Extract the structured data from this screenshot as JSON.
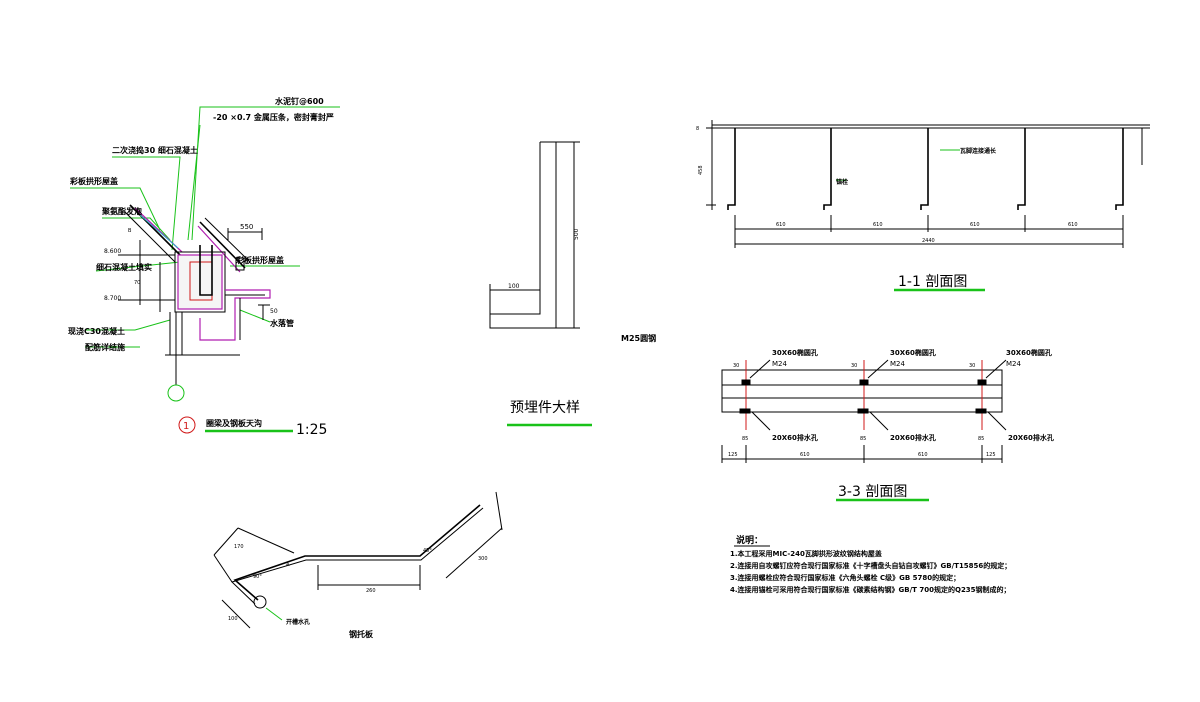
{
  "detail1": {
    "labels": {
      "cement_nail": "水泥钉@600",
      "metal_strip": "-20 ×0.7 金属压条，密封膏封严",
      "secondary_pour": "二次浇捣30 细石混凝土",
      "roof_panel_left": "彩板拱形屋盖",
      "foam": "聚氨酯发泡",
      "elev_8600": "8.600",
      "fine_concrete_fill": "细石混凝土填实",
      "elev_8700": "8.700",
      "cast_c30": "现浇C30混凝土",
      "reinforcement": "配筋详结施",
      "dim_550": "550",
      "roof_panel_right": "彩板拱形屋盖",
      "dim_50": "50",
      "drain_pipe": "水落管",
      "dim_b": "B",
      "dim_side": "70",
      "callout_num": "1",
      "title": "圈梁及钢板天沟",
      "scale": "1:25"
    }
  },
  "embedded": {
    "dim_500": "500",
    "dim_100": "100",
    "steel_label": "M25圆钢",
    "title": "预埋件大样"
  },
  "section11": {
    "dim_8": "8",
    "dim_458": "458",
    "label_full_length": "瓦脚连接通长",
    "label_anchor": "锚栓",
    "spans": [
      "610",
      "610",
      "610",
      "610"
    ],
    "total": "2440",
    "title": "1-1  剖面图"
  },
  "section33": {
    "hole_label": "30X60椭圆孔",
    "bolt": "M24",
    "dim_30": "30",
    "drain_hole": "20X60排水孔",
    "dim_85": "85",
    "bottom_dims": [
      "125",
      "610",
      "610",
      "125"
    ],
    "title": "3-3  剖面图"
  },
  "tray": {
    "dim_a": "170",
    "dim_b": "100",
    "dim_c": "260",
    "dim_d": "300",
    "angle1": "90°",
    "angle2": "45°",
    "mark_a": "A",
    "hole_label": "开槽水孔",
    "title": "钢托板"
  },
  "notes": {
    "heading": "说明：",
    "items": [
      "1.本工程采用MIC-240瓦脚拱形波纹钢结构屋盖",
      "2.连接用自攻螺钉应符合现行国家标准《十字槽盘头自钻自攻螺钉》GB/T15856的规定；",
      "3.连接用螺栓应符合现行国家标准《六角头螺栓 C级》GB 5780的规定；",
      "4.连接用锚栓可采用符合现行国家标准《碳素结构钢》GB/T 700规定的Q235钢制成的；"
    ]
  }
}
